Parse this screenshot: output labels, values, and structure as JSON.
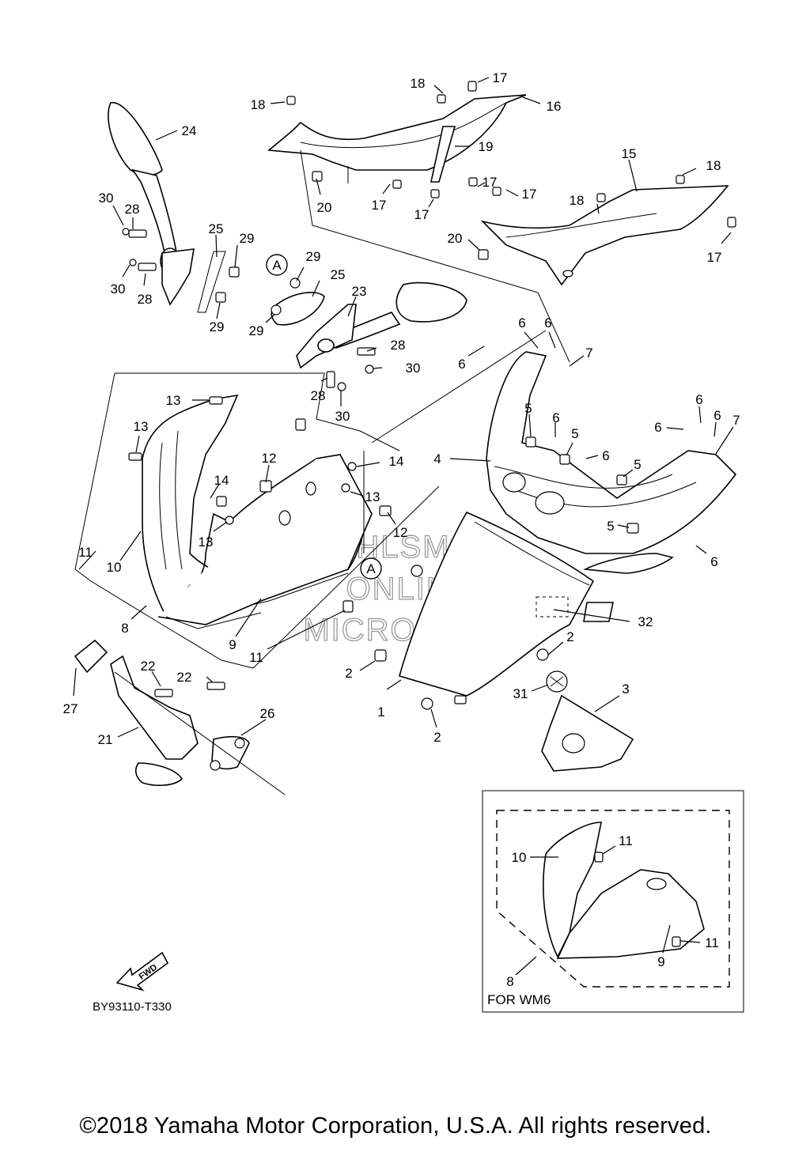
{
  "diagram_code": "BY93110-T330",
  "copyright": "©2018 Yamaha Motor Corporation, U.S.A. All rights reserved.",
  "variant_label": "FOR WM6",
  "fwd_arrow_label": "FWD",
  "watermark": [
    "HLSM",
    "ONLINE",
    "MICROFICHE"
  ],
  "callouts": [
    {
      "text": "1"
    },
    {
      "text": "2"
    },
    {
      "text": "2"
    },
    {
      "text": "2"
    },
    {
      "text": "3"
    },
    {
      "text": "4"
    },
    {
      "text": "5"
    },
    {
      "text": "5"
    },
    {
      "text": "5"
    },
    {
      "text": "5"
    },
    {
      "text": "6"
    },
    {
      "text": "6"
    },
    {
      "text": "6"
    },
    {
      "text": "6"
    },
    {
      "text": "6"
    },
    {
      "text": "6"
    },
    {
      "text": "6"
    },
    {
      "text": "6"
    },
    {
      "text": "7"
    },
    {
      "text": "7"
    },
    {
      "text": "8"
    },
    {
      "text": "9"
    },
    {
      "text": "10"
    },
    {
      "text": "11"
    },
    {
      "text": "11"
    },
    {
      "text": "12"
    },
    {
      "text": "12"
    },
    {
      "text": "13"
    },
    {
      "text": "13"
    },
    {
      "text": "13"
    },
    {
      "text": "13"
    },
    {
      "text": "14"
    },
    {
      "text": "14"
    },
    {
      "text": "15"
    },
    {
      "text": "16"
    },
    {
      "text": "17"
    },
    {
      "text": "17"
    },
    {
      "text": "17"
    },
    {
      "text": "17"
    },
    {
      "text": "17"
    },
    {
      "text": "17"
    },
    {
      "text": "18"
    },
    {
      "text": "18"
    },
    {
      "text": "18"
    },
    {
      "text": "18"
    },
    {
      "text": "19"
    },
    {
      "text": "20"
    },
    {
      "text": "20"
    },
    {
      "text": "21"
    },
    {
      "text": "22"
    },
    {
      "text": "22"
    },
    {
      "text": "23"
    },
    {
      "text": "24"
    },
    {
      "text": "25"
    },
    {
      "text": "25"
    },
    {
      "text": "26"
    },
    {
      "text": "27"
    },
    {
      "text": "28"
    },
    {
      "text": "28"
    },
    {
      "text": "28"
    },
    {
      "text": "28"
    },
    {
      "text": "29"
    },
    {
      "text": "29"
    },
    {
      "text": "29"
    },
    {
      "text": "29"
    },
    {
      "text": "30"
    },
    {
      "text": "30"
    },
    {
      "text": "30"
    },
    {
      "text": "30"
    },
    {
      "text": "31"
    },
    {
      "text": "32"
    },
    {
      "text": "10"
    },
    {
      "text": "11"
    },
    {
      "text": "11"
    },
    {
      "text": "9"
    },
    {
      "text": "8"
    }
  ],
  "reference_marks": [
    {
      "text": "A"
    },
    {
      "text": "A"
    }
  ]
}
